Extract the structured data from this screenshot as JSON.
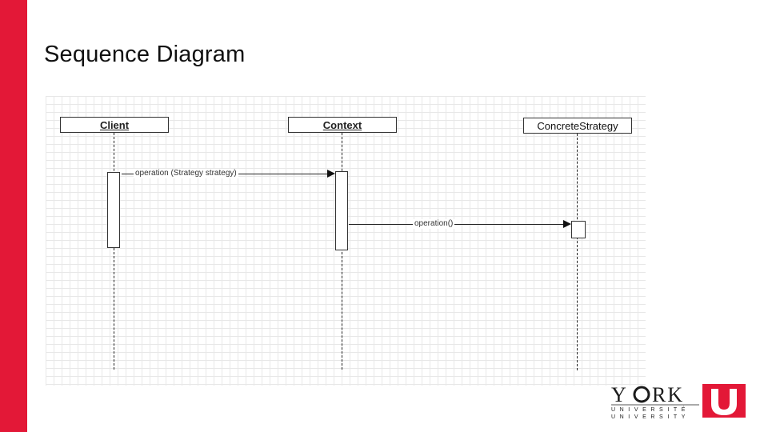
{
  "slide": {
    "title": "Sequence Diagram",
    "accent_color": "#e31837"
  },
  "diagram": {
    "type": "sequence-diagram",
    "participants": [
      {
        "id": "client",
        "label": "Client"
      },
      {
        "id": "context",
        "label": "Context"
      },
      {
        "id": "concrete_strategy",
        "label": "ConcreteStrategy"
      }
    ],
    "messages": [
      {
        "from": "client",
        "to": "context",
        "label": "operation (Strategy strategy)"
      },
      {
        "from": "context",
        "to": "concrete_strategy",
        "label": "operation()"
      }
    ]
  },
  "logo": {
    "name": "York University logo",
    "wordmark": "YORK",
    "line1": "UNIVERSITÉ",
    "line2": "UNIVERSITY",
    "emblem": "U",
    "color": "#e31837"
  }
}
